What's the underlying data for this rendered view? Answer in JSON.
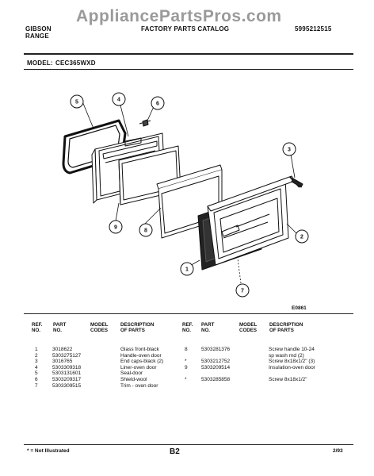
{
  "header": {
    "brand_line1": "GIBSON",
    "brand_line2": "RANGE",
    "catalog_title": "FACTORY PARTS CATALOG",
    "catalog_number": "5995212515",
    "watermark": "AppliancePartsPros.com",
    "model_label": "MODEL:",
    "model_value": "CEC365WXD"
  },
  "diagram": {
    "code": "E0861",
    "callouts": [
      "1",
      "2",
      "3",
      "4",
      "5",
      "6",
      "7",
      "8",
      "9"
    ]
  },
  "columns": {
    "ref": [
      "REF.",
      "NO."
    ],
    "part": [
      "PART",
      "NO."
    ],
    "model": [
      "MODEL",
      "CODES"
    ],
    "desc": [
      "DESCRIPTION",
      "OF PARTS"
    ]
  },
  "parts_left": [
    {
      "ref": "1",
      "part": "3018622",
      "desc": "Glass front-black"
    },
    {
      "ref": "2",
      "part": "5303275127",
      "desc": "Handle-oven door"
    },
    {
      "ref": "3",
      "part": "3016765",
      "desc": "End caps-black (2)"
    },
    {
      "ref": "4",
      "part": "5303309318",
      "desc": "Liner-oven door"
    },
    {
      "ref": "5",
      "part": "5303131601",
      "desc": "Seal-door"
    },
    {
      "ref": "6",
      "part": "5303209317",
      "desc": "Shield-wool"
    },
    {
      "ref": "7",
      "part": "5303309515",
      "desc": "Trim - oven door"
    }
  ],
  "parts_right": [
    {
      "ref": "8",
      "part": "5303281376",
      "desc": "Screw handle 10-24"
    },
    {
      "ref": "",
      "part": "",
      "desc": "sp wash rnd (2)"
    },
    {
      "ref": "*",
      "part": "5303212752",
      "desc": "Screw 8x18x1/2\" (3)"
    },
    {
      "ref": "9",
      "part": "5303209514",
      "desc": "Insulation-oven door"
    },
    {
      "ref": "",
      "part": "",
      "desc": ""
    },
    {
      "ref": "*",
      "part": "5303285858",
      "desc": "Screw 8x18x1/2\""
    }
  ],
  "footer": {
    "note": "* = Not Illustrated",
    "page": "B2",
    "date": "2/93"
  }
}
